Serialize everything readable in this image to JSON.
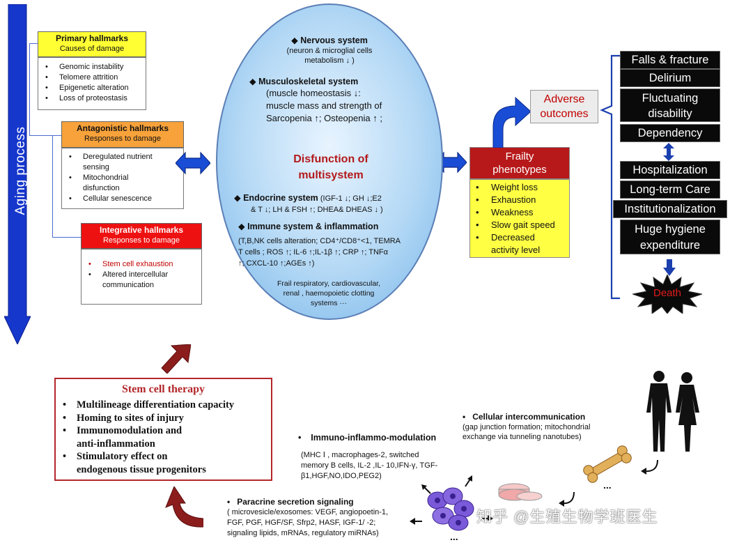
{
  "aging": {
    "label": "Aging process"
  },
  "primary": {
    "title": "Primary hallmarks",
    "subtitle": "Causes of damage",
    "items": [
      "Genomic instability",
      "Telomere attrition",
      "Epigenetic alteration",
      "Loss of proteostasis"
    ]
  },
  "antagonistic": {
    "title": "Antagonistic hallmarks",
    "subtitle": "Responses to damage",
    "items": [
      "Deregulated nutrient",
      "sensing",
      "Mitochondrial",
      "disfunction",
      "Cellular senescence"
    ]
  },
  "integrative": {
    "title": "Integrative hallmarks",
    "subtitle": "Responses to damage",
    "items": [
      "Stem cell exhaustion",
      "Altered intercellular",
      "communication"
    ]
  },
  "ellipse": {
    "nervous_title": "Nervous system",
    "nervous_l1": "(neuron & microglial cells",
    "nervous_l2": "metabolism ↓ )",
    "musc_title": "Musculoskeletal system",
    "musc_l1": "(muscle homeostasis ↓:",
    "musc_l2": "muscle mass and strength of",
    "musc_l3": "Sarcopenia ↑; Osteopenia ↑ ;",
    "center_l1": "Disfunction of",
    "center_l2": "multisystem",
    "endo_title": "Endocrine system",
    "endo_l1": "(IGF-1 ↓;   GH ↓;E2",
    "endo_l2": "& T ↓; LH & FSH ↑; DHEA& DHEAS ↓ )",
    "immune_title": "Immune system & inflammation",
    "immune_l1": "(T,B,NK cells alteration; CD4⁺/CD8⁺<1,  TEMRA",
    "immune_l2": "T cells ; ROS ↑; IL-6 ↑;IL-1β ↑; CRP ↑; TNFα",
    "immune_l3": "↑; CXCL-10 ↑;AGEs ↑)",
    "frail_l1": "Frail respiratory, cardiovascular,",
    "frail_l2": "renal , haemopoietic clotting",
    "frail_l3": "systems ···"
  },
  "frailty": {
    "title_l1": "Frailty",
    "title_l2": "phenotypes",
    "items": [
      "Weight loss",
      "Exhaustion",
      " Weakness",
      " Slow gait speed",
      "Decreased",
      "activity level"
    ]
  },
  "adverse": {
    "l1": "Adverse",
    "l2": "outcomes"
  },
  "outcomes": {
    "falls": "Falls & fracture",
    "delirium": "Delirium",
    "fluct_l1": "Fluctuating",
    "fluct_l2": "disability",
    "dependency": "Dependency",
    "hospitalization": "Hospitalization",
    "ltc": "Long-term Care",
    "institution": "Institutionalization",
    "hygiene_l1": "Huge hygiene",
    "hygiene_l2": "expenditure",
    "death": "Death"
  },
  "stem": {
    "title": "Stem cell therapy",
    "items": [
      "Multilineage differentiation capacity",
      "Homing to sites of injury",
      "Immunomodulation and",
      "anti-inflammation",
      "Stimulatory effect on",
      "endogenous tissue progenitors"
    ]
  },
  "mechanisms": {
    "cellular_title": "Cellular intercommunication",
    "cellular_l1": "(gap junction formation; mitochondrial",
    "cellular_l2": "exchange via tunneling nanotubes)",
    "immuno_title": "Immuno-inflammo-modulation",
    "immuno_l1": "(MHC Ⅰ , macrophages-2, switched",
    "immuno_l2": "memory  B cells, IL-2 ,IL- 10,IFN-γ, TGF-",
    "immuno_l3": "β1,HGF,NO,IDO,PEG2)",
    "para_title": "Paracrine secretion signaling",
    "para_l1": "( microvesicle/exosomes: VEGF, angiopoetin-1,",
    "para_l2": "FGF, PGF, HGF/SF, Sfrp2, HASF, IGF-1/ -2;",
    "para_l3": "signaling lipids, mRNAs, regulatory miRNAs)",
    "dots1": "...",
    "dots2": "...",
    "dots3": "..."
  },
  "watermark": {
    "text": "知乎 @生殖生物学班医生"
  }
}
